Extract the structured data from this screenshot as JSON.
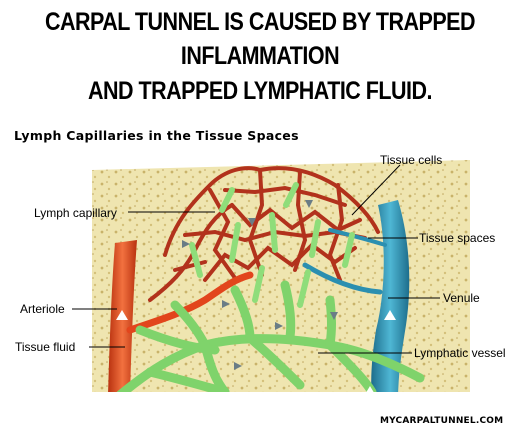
{
  "headline": {
    "line1": "CARPAL TUNNEL IS CAUSED BY TRAPPED",
    "line2": "INFLAMMATION",
    "line3": "AND TRAPPED LYMPHATIC FLUID."
  },
  "diagram": {
    "subtitle": "Lymph Capillaries in the Tissue Spaces",
    "labels": {
      "tissue_cells": "Tissue cells",
      "lymph_capillary": "Lymph capillary",
      "tissue_spaces": "Tissue spaces",
      "venule": "Venule",
      "arteriole": "Arteriole",
      "tissue_fluid": "Tissue fluid",
      "lymphatic_vessel": "Lymphatic vessel"
    },
    "colors": {
      "tissue": "#efe5b0",
      "artery": "#e2451c",
      "vein": "#2b8fb0",
      "lymph": "#7fd36b",
      "capillary_net": "#b2321c"
    }
  },
  "footer": {
    "website": "MYCARPALTUNNEL.COM"
  }
}
